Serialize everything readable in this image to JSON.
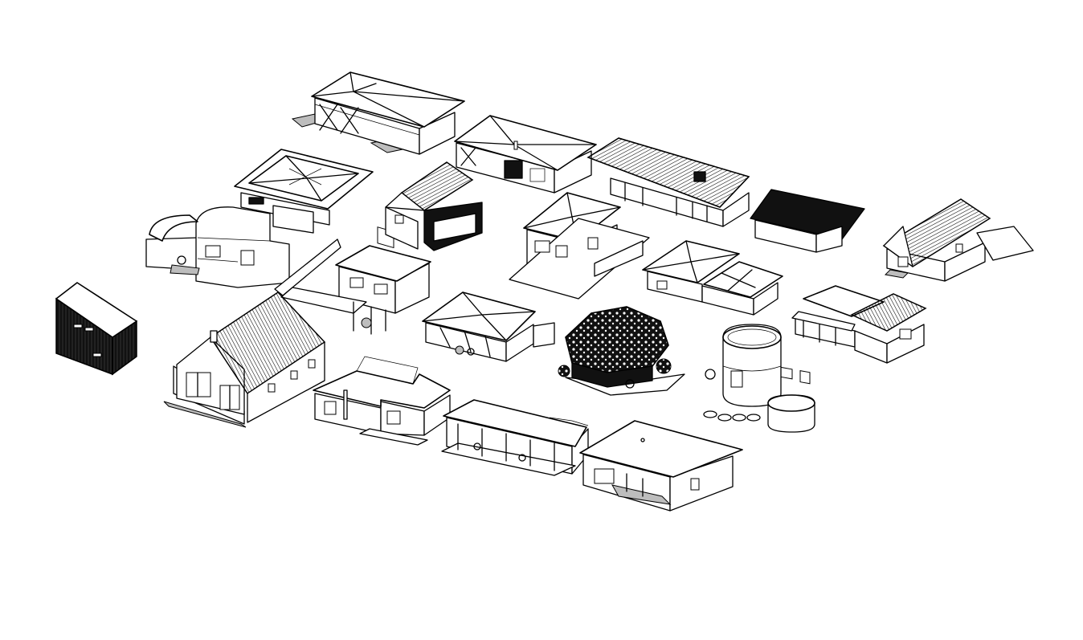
{
  "scene": {
    "background": "#ffffff",
    "line_color": "#000000",
    "accent_dark": "#111111",
    "accent_grey": "#bdbdbd",
    "houses": [
      {
        "id": "hipped-villa-top",
        "roof": "hipped",
        "finish": "white"
      },
      {
        "id": "hipped-garage-house",
        "roof": "hipped",
        "finish": "white"
      },
      {
        "id": "long-ribbed-gable",
        "roof": "gable-ribbed",
        "finish": "white"
      },
      {
        "id": "black-bungalow",
        "roof": "gable",
        "finish": "black"
      },
      {
        "id": "flat-hipped-courtyard",
        "roof": "hipped-flat",
        "finish": "white"
      },
      {
        "id": "dark-gable-small",
        "roof": "gable-ribbed",
        "finish": "white"
      },
      {
        "id": "two-storey-hipped",
        "roof": "hipped",
        "finish": "white"
      },
      {
        "id": "gable-carport",
        "roof": "gable-ribbed",
        "finish": "white"
      },
      {
        "id": "rounded-modern",
        "roof": "flat",
        "finish": "white"
      },
      {
        "id": "flat-two-storey",
        "roof": "flat",
        "finish": "white"
      },
      {
        "id": "hipped-l-shape",
        "roof": "hipped",
        "finish": "white"
      },
      {
        "id": "black-box-cabin",
        "roof": "mono-pitch",
        "finish": "black"
      },
      {
        "id": "small-hipped-terrace",
        "roof": "hipped",
        "finish": "white"
      },
      {
        "id": "dark-polygon-pavilion",
        "roof": "planted",
        "finish": "black"
      },
      {
        "id": "cylinder-houses",
        "roof": "flat",
        "finish": "white"
      },
      {
        "id": "ribbed-with-porch",
        "roof": "gable-ribbed",
        "finish": "white"
      },
      {
        "id": "big-gable-glass",
        "roof": "gable-ribbed",
        "finish": "white"
      },
      {
        "id": "flat-l-bungalow",
        "roof": "flat",
        "finish": "white"
      },
      {
        "id": "flat-long-terrace",
        "roof": "flat",
        "finish": "white"
      },
      {
        "id": "flat-bungalow-front",
        "roof": "flat",
        "finish": "white"
      }
    ]
  }
}
